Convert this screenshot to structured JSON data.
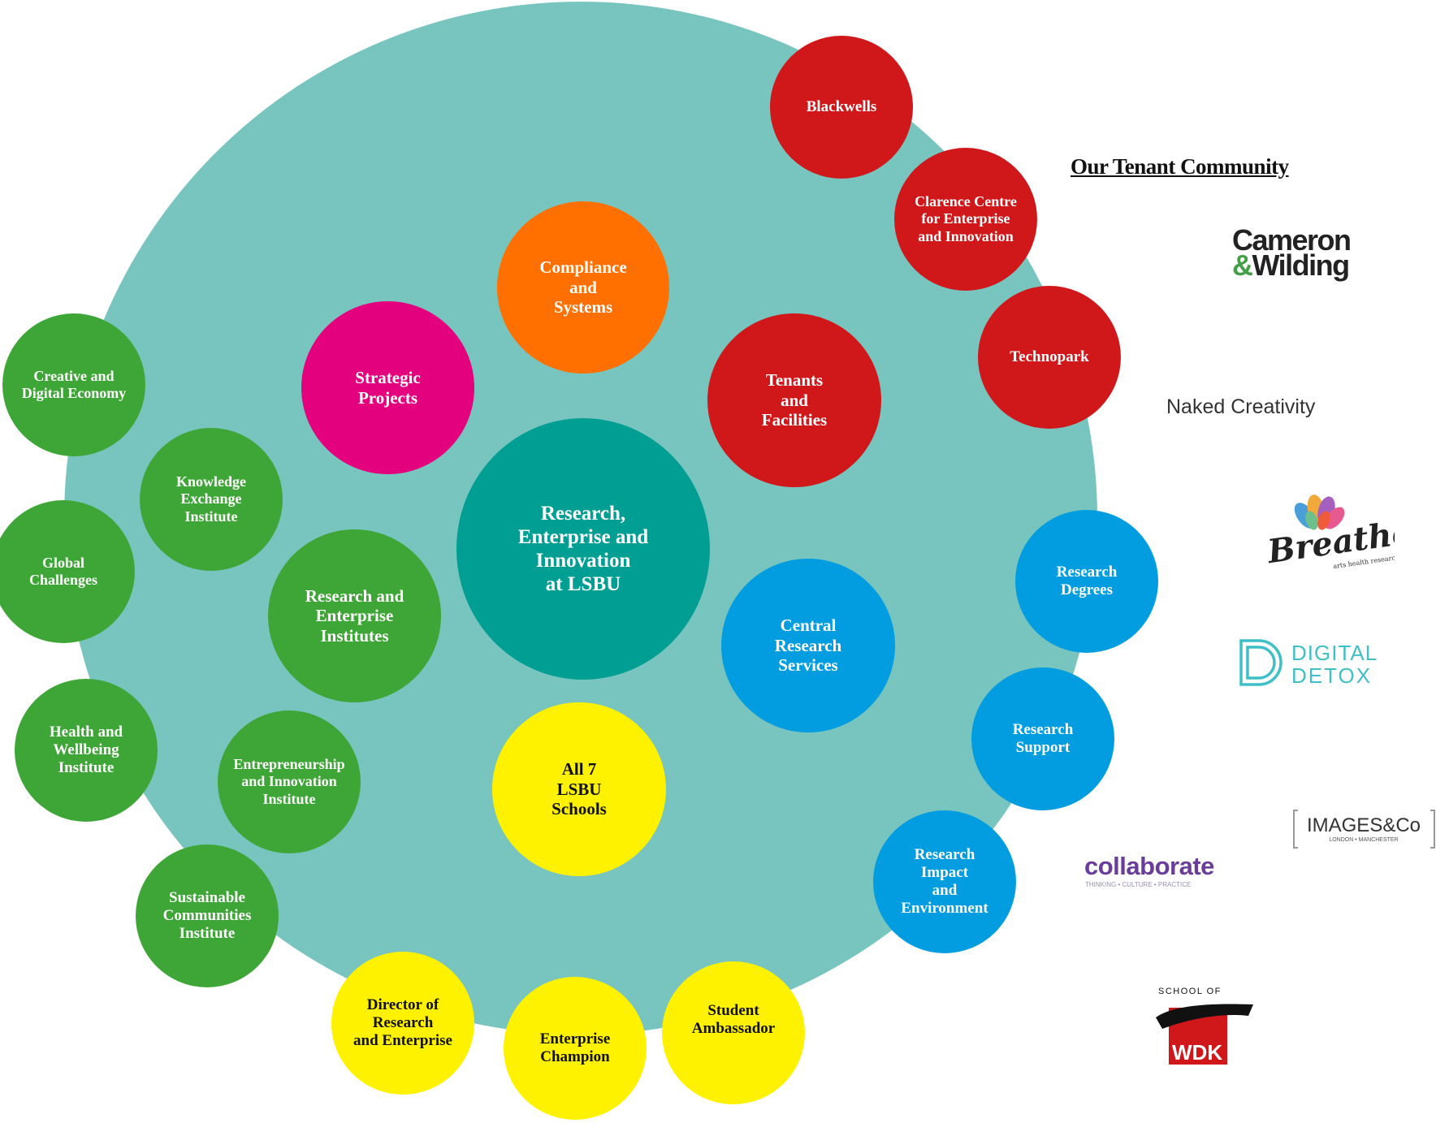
{
  "diagram": {
    "center": "Research,\nEnterprise and\nInnovation\nat LSBU",
    "inner_nodes": {
      "compliance": "Compliance\nand\nSystems",
      "strategic": "Strategic\nProjects",
      "tenants": "Tenants\nand\nFacilities",
      "institutes": "Research and\nEnterprise\nInstitutes",
      "central": "Central\nResearch\nServices",
      "schools": "All 7\nLSBU\nSchools"
    },
    "red_nodes": {
      "blackwells": "Blackwells",
      "clarence": "Clarence Centre\nfor Enterprise\nand Innovation",
      "technopark": "Technopark"
    },
    "green_nodes": {
      "creative": "Creative and\nDigital Economy",
      "knowledge": "Knowledge\nExchange\nInstitute",
      "global": "Global\nChallenges",
      "health": "Health and\nWellbeing\nInstitute",
      "entrepreneurship": "Entrepreneurship\nand Innovation\nInstitute",
      "sustainable": "Sustainable\nCommunities\nInstitute"
    },
    "blue_nodes": {
      "degrees": "Research\nDegrees",
      "support": "Research\nSupport",
      "impact": "Research\nImpact\nand\nEnvironment"
    },
    "yellow_nodes": {
      "director": "Director of\nResearch\nand Enterprise",
      "champion": "Enterprise\nChampion",
      "ambassador": "Student\nAmbassador"
    }
  },
  "tenants": {
    "heading": "Our Tenant Community",
    "logos": {
      "cameron_top": "Cameron",
      "cameron_amp": "&",
      "cameron_bottom": "Wilding",
      "naked": "Naked Creativity",
      "breathe": "Breathe",
      "breathe_tag": "arts health research",
      "digital": "DIGITAL",
      "detox": "DETOX",
      "images": "IMAGES&Co",
      "images_sub": "LONDON • MANCHESTER",
      "collaborate": "collaborate",
      "collaborate_sub": "THINKING • CULTURE • PRACTICE",
      "school_of": "SCHOOL OF",
      "wdk": "WDK"
    }
  },
  "colors": {
    "big_circle": "#78c5bf",
    "red": "#d0181b",
    "orange": "#ff7000",
    "pink": "#e4017d",
    "teal": "#009e93",
    "green": "#3ea636",
    "blue": "#019de0",
    "yellow": "#fff200"
  }
}
